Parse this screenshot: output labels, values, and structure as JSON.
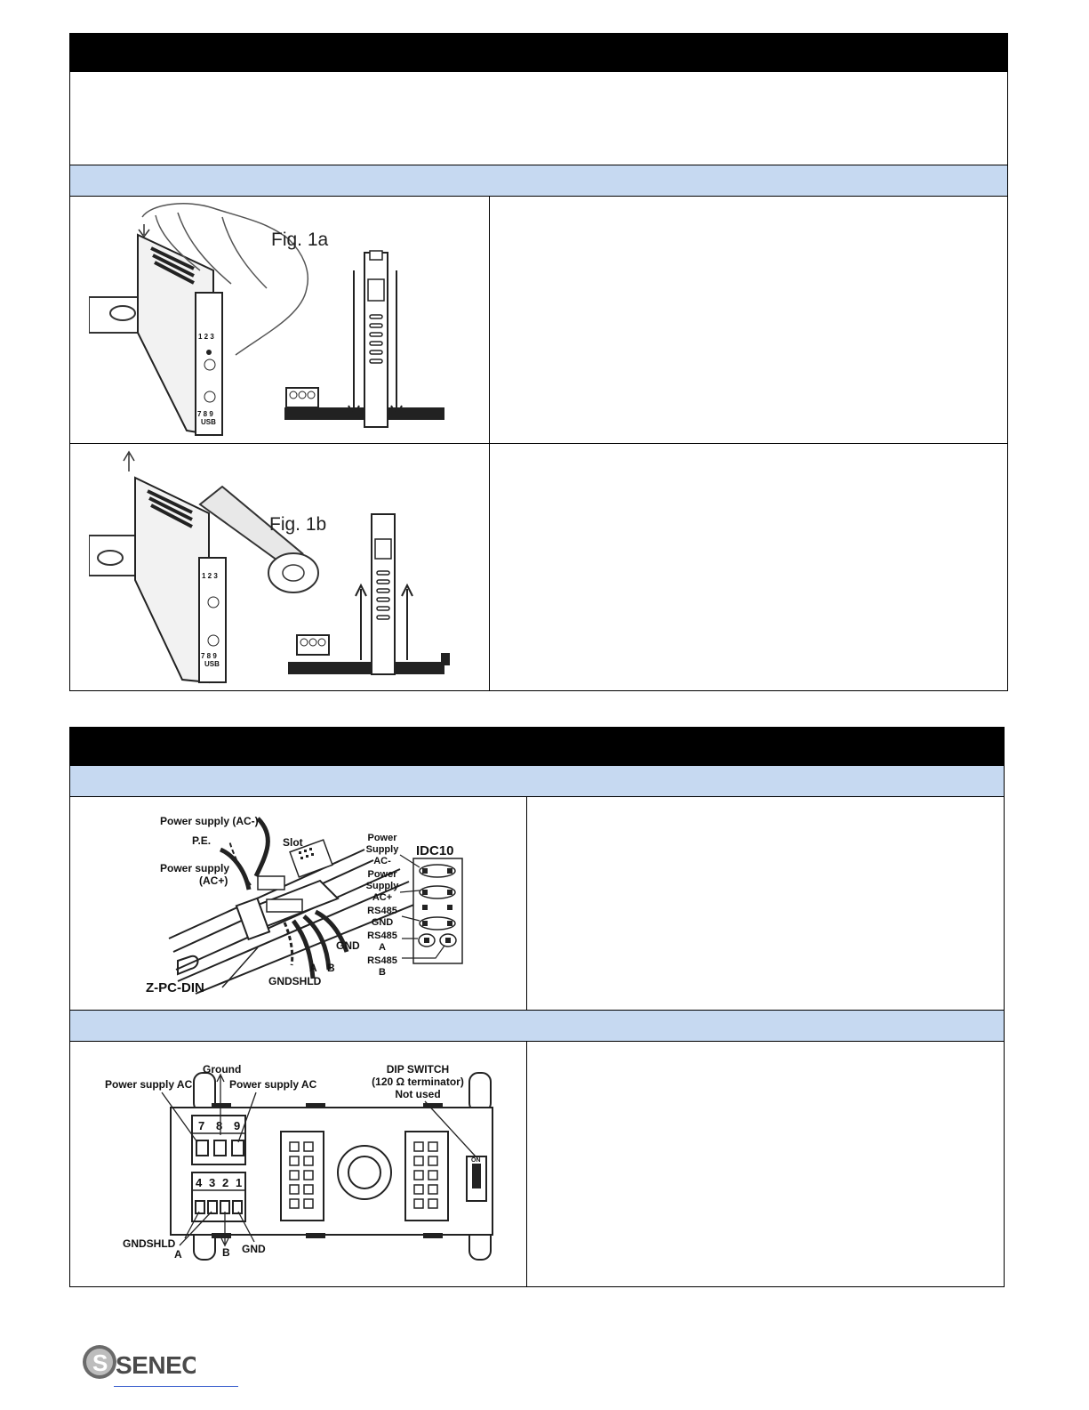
{
  "section1": {
    "fig1a": {
      "label": "Fig. 1a",
      "device_terminals_top": "1 2 3",
      "device_terminals_bottom": "7 8 9",
      "device_usb": "USB"
    },
    "fig1b": {
      "label": "Fig. 1b",
      "device_terminals_top": "1 2 3",
      "device_terminals_bottom": "7 8 9",
      "device_usb": "USB"
    }
  },
  "section2": {
    "idc10_diagram": {
      "labels": {
        "power_ac_minus": "Power supply (AC-)",
        "pe": "P.E.",
        "power_ac_plus_line1": "Power supply",
        "power_ac_plus_line2": "(AC+)",
        "slot": "Slot",
        "z_pc_din": "Z-PC-DIN",
        "gnd": "GND",
        "b": "B",
        "a": "A",
        "gndshld": "GNDSHLD",
        "idc10": "IDC10",
        "ps_acm_1": "Power",
        "ps_acm_2": "Supply",
        "ps_acm_3": "AC-",
        "ps_acp_1": "Power",
        "ps_acp_2": "Supply",
        "ps_acp_3": "AC+",
        "rs485_gnd_1": "RS485",
        "rs485_gnd_2": "GND",
        "rs485_a_1": "RS485",
        "rs485_a_2": "A",
        "rs485_b_1": "RS485",
        "rs485_b_2": "B"
      }
    },
    "terminal_diagram": {
      "labels": {
        "ground": "Ground",
        "power_ac_left": "Power supply AC",
        "power_ac_right": "Power supply AC",
        "dip_1": "DIP SWITCH",
        "dip_2": "(120 Ω terminator)",
        "dip_3": "Not used",
        "t7": "7",
        "t8": "8",
        "t9": "9",
        "t4": "4",
        "t3": "3",
        "t2": "2",
        "t1": "1",
        "gndshld": "GNDSHLD",
        "a": "A",
        "b": "B",
        "gnd": "GND",
        "on": "ON"
      }
    }
  },
  "footer": {
    "logo_text": "SENECA"
  }
}
